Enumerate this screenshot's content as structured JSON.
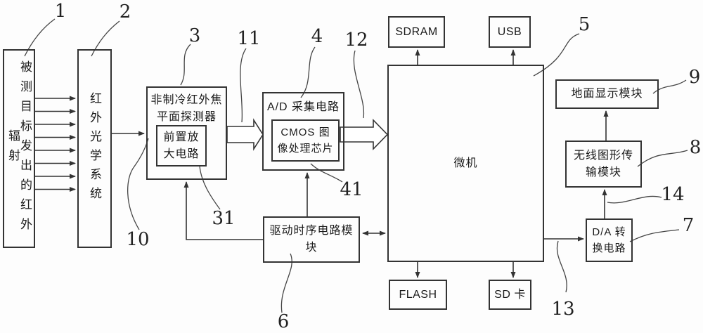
{
  "figure": {
    "boxes": {
      "target": "被测目标发出的红外辐射",
      "optics": "红外光学系统",
      "detector": "非制冷红外焦平面探测器",
      "preamp": "前置放大电路",
      "adc": "A/D 采集电路",
      "cmos": "CMOS 图像处理芯片",
      "mcu": "微机",
      "sdram": "SDRAM",
      "usb": "USB",
      "flash": "FLASH",
      "sdcard": "SD 卡",
      "driver": "驱动时序电路模块",
      "display": "地面显示模块",
      "wireless": "无线图形传输模块",
      "dac": "D/A 转换电路"
    },
    "refs": {
      "r1": "1",
      "r2": "2",
      "r3": "3",
      "r4": "4",
      "r5": "5",
      "r6": "6",
      "r7": "7",
      "r8": "8",
      "r9": "9",
      "r10": "10",
      "r11": "11",
      "r12": "12",
      "r13": "13",
      "r14": "14",
      "r31": "31",
      "r41": "41"
    },
    "colors": {
      "line": "#333333",
      "text": "#1a1a1a",
      "background": "#fdfdfd"
    }
  }
}
